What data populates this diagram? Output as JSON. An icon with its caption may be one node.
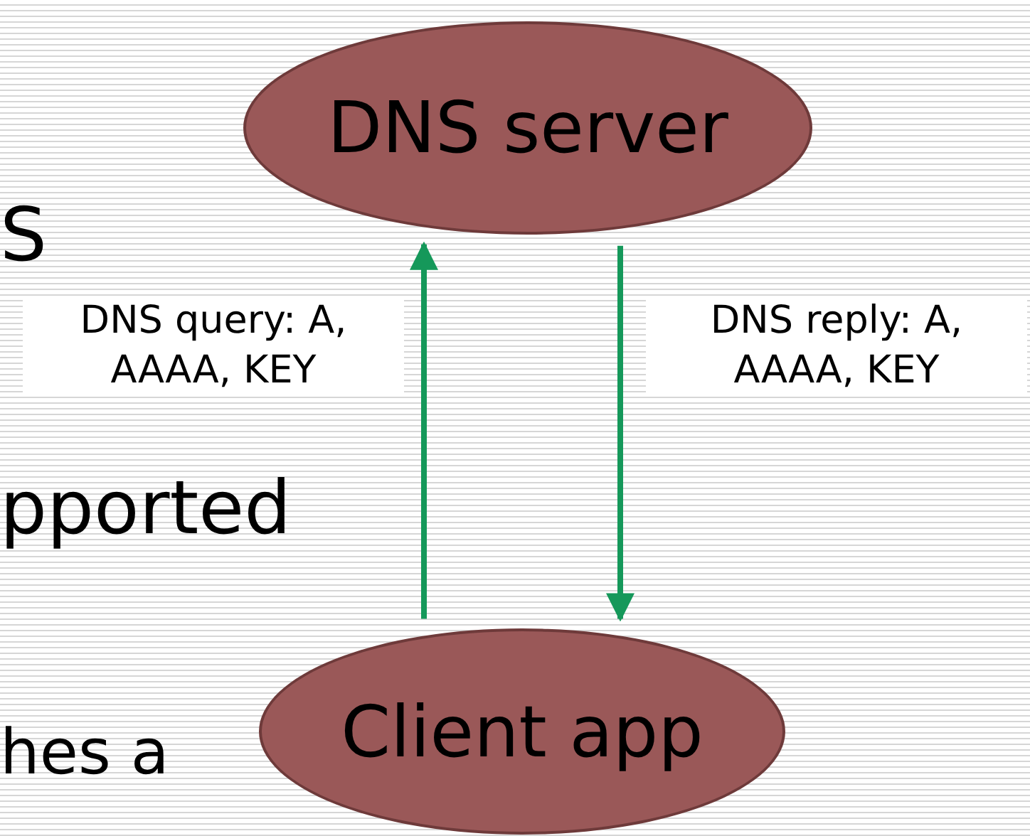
{
  "diagram": {
    "nodes": [
      {
        "text": [
          "DNS server"
        ]
      },
      {
        "text": [
          "Client app"
        ]
      }
    ],
    "edges": [
      {
        "from": 1,
        "to": 0,
        "arrow": "to",
        "label": "DNS query: A, AAAA, KEY"
      },
      {
        "from": 0,
        "to": 1,
        "arrow": "to",
        "label": "DNS reply: A, AAAA, KEY"
      }
    ],
    "labels": [
      "S",
      "pported",
      "hes a"
    ]
  }
}
